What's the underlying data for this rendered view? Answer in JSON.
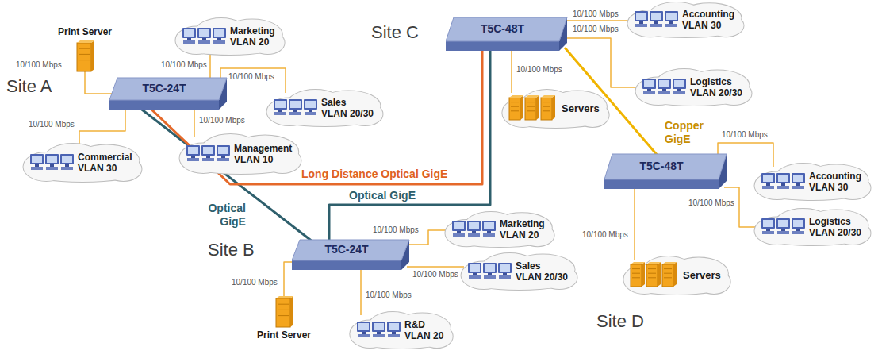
{
  "diagram": {
    "nodes": [
      {
        "text": [
          "Site A"
        ]
      },
      {
        "text": [
          "Print Server"
        ],
        "in": 0
      },
      {
        "text": [
          "T5C-24T"
        ],
        "in": 0
      },
      {
        "text": [
          "Marketing VLAN 20"
        ],
        "in": 0
      },
      {
        "text": [
          "Sales VLAN 20/30"
        ],
        "in": 0
      },
      {
        "text": [
          "Management VLAN 10"
        ],
        "in": 0
      },
      {
        "text": [
          "Commercial VLAN 30"
        ],
        "in": 0
      },
      {
        "text": [
          "Site C"
        ]
      },
      {
        "text": [
          "Accounting VLAN 30"
        ],
        "in": 7
      },
      {
        "text": [
          "T5C-48T"
        ],
        "in": 7
      },
      {
        "text": [
          "Logistics VLAN 20/30"
        ],
        "in": 7
      },
      {
        "text": [
          "Servers"
        ],
        "in": 7
      },
      {
        "text": [
          "Site B"
        ]
      },
      {
        "text": [
          "T5C-24T"
        ],
        "in": 12
      },
      {
        "text": [
          "Marketing VLAN 20"
        ],
        "in": 12
      },
      {
        "text": [
          "Sales VLAN 20/30"
        ],
        "in": 12
      },
      {
        "text": [
          "Print Server"
        ],
        "in": 12
      },
      {
        "text": [
          "R&D VLAN 20"
        ],
        "in": 12
      },
      {
        "text": [
          "Site D"
        ]
      },
      {
        "text": [
          "Accounting VLAN 30"
        ],
        "in": 18
      },
      {
        "text": [
          "T5C-48T"
        ],
        "in": 18
      },
      {
        "text": [
          "Logistics VLAN 20/30"
        ],
        "in": 18
      },
      {
        "text": [
          "Servers"
        ],
        "in": 18
      }
    ],
    "edges": [
      {
        "from": 2,
        "to": 1,
        "label": "10/100 Mbps",
        "arrow": "none"
      },
      {
        "from": 2,
        "to": 3,
        "label": "10/100 Mbps",
        "arrow": "none"
      },
      {
        "from": 2,
        "to": 4,
        "label": "10/100 Mbps",
        "arrow": "none"
      },
      {
        "from": 2,
        "to": 5,
        "label": "10/100 Mbps",
        "arrow": "none"
      },
      {
        "from": 2,
        "to": 6,
        "label": "10/100 Mbps",
        "arrow": "none"
      },
      {
        "from": 9,
        "to": 8,
        "label": "10/100 Mbps",
        "arrow": "none"
      },
      {
        "from": 9,
        "to": 10,
        "label": "10/100 Mbps",
        "arrow": "none"
      },
      {
        "from": 9,
        "to": 11,
        "label": "10/100 Mbps",
        "arrow": "none"
      },
      {
        "from": 13,
        "to": 14,
        "label": "10/100 Mbps",
        "arrow": "none"
      },
      {
        "from": 13,
        "to": 15,
        "label": "10/100 Mbps",
        "arrow": "none"
      },
      {
        "from": 13,
        "to": 16,
        "label": "10/100 Mbps",
        "arrow": "none"
      },
      {
        "from": 13,
        "to": 17,
        "label": "10/100 Mbps",
        "arrow": "none"
      },
      {
        "from": 20,
        "to": 19,
        "label": "10/100 Mbps",
        "arrow": "none"
      },
      {
        "from": 20,
        "to": 21,
        "label": "10/100 Mbps",
        "arrow": "none"
      },
      {
        "from": 20,
        "to": 22,
        "label": "10/100 Mbps",
        "arrow": "none"
      },
      {
        "from": 2,
        "to": 13,
        "label": "Optical GigE",
        "arrow": "none"
      },
      {
        "from": 2,
        "to": 9,
        "label": "Long Distance Optical GigE",
        "arrow": "none"
      },
      {
        "from": 13,
        "to": 9,
        "label": "Optical GigE",
        "arrow": "none"
      },
      {
        "from": 9,
        "to": 20,
        "label": "Copper GigE",
        "arrow": "none"
      }
    ]
  }
}
